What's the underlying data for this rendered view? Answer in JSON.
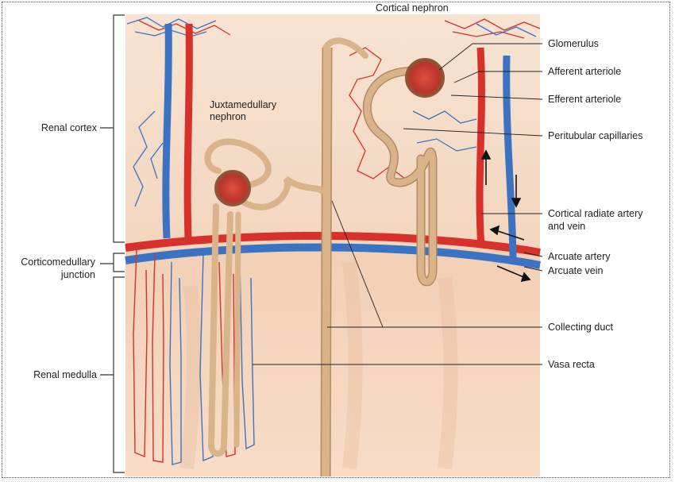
{
  "labels": {
    "cortical_nephron": "Cortical nephron",
    "juxtamedullary_1": "Juxtamedullary",
    "juxtamedullary_2": "nephron",
    "renal_cortex": "Renal cortex",
    "corticomedullary_1": "Corticomedullary",
    "corticomedullary_2": "junction",
    "renal_medulla": "Renal medulla",
    "glomerulus": "Glomerulus",
    "afferent_arteriole": "Afferent arteriole",
    "efferent_arteriole": "Efferent arteriole",
    "peritubular_capillaries": "Peritubular capillaries",
    "cortical_radiate_1": "Cortical radiate artery",
    "cortical_radiate_2": "and vein",
    "arcuate_artery": "Arcuate artery",
    "arcuate_vein": "Arcuate vein",
    "collecting_duct": "Collecting duct",
    "vasa_recta": "Vasa recta"
  },
  "colors": {
    "cortex": "#f3d6c0",
    "medulla": "#f6d9c3",
    "artery": "#d8312c",
    "vein": "#3b73c2",
    "tubule": "#d9b48a",
    "tubule_edge": "#b48a5e"
  }
}
